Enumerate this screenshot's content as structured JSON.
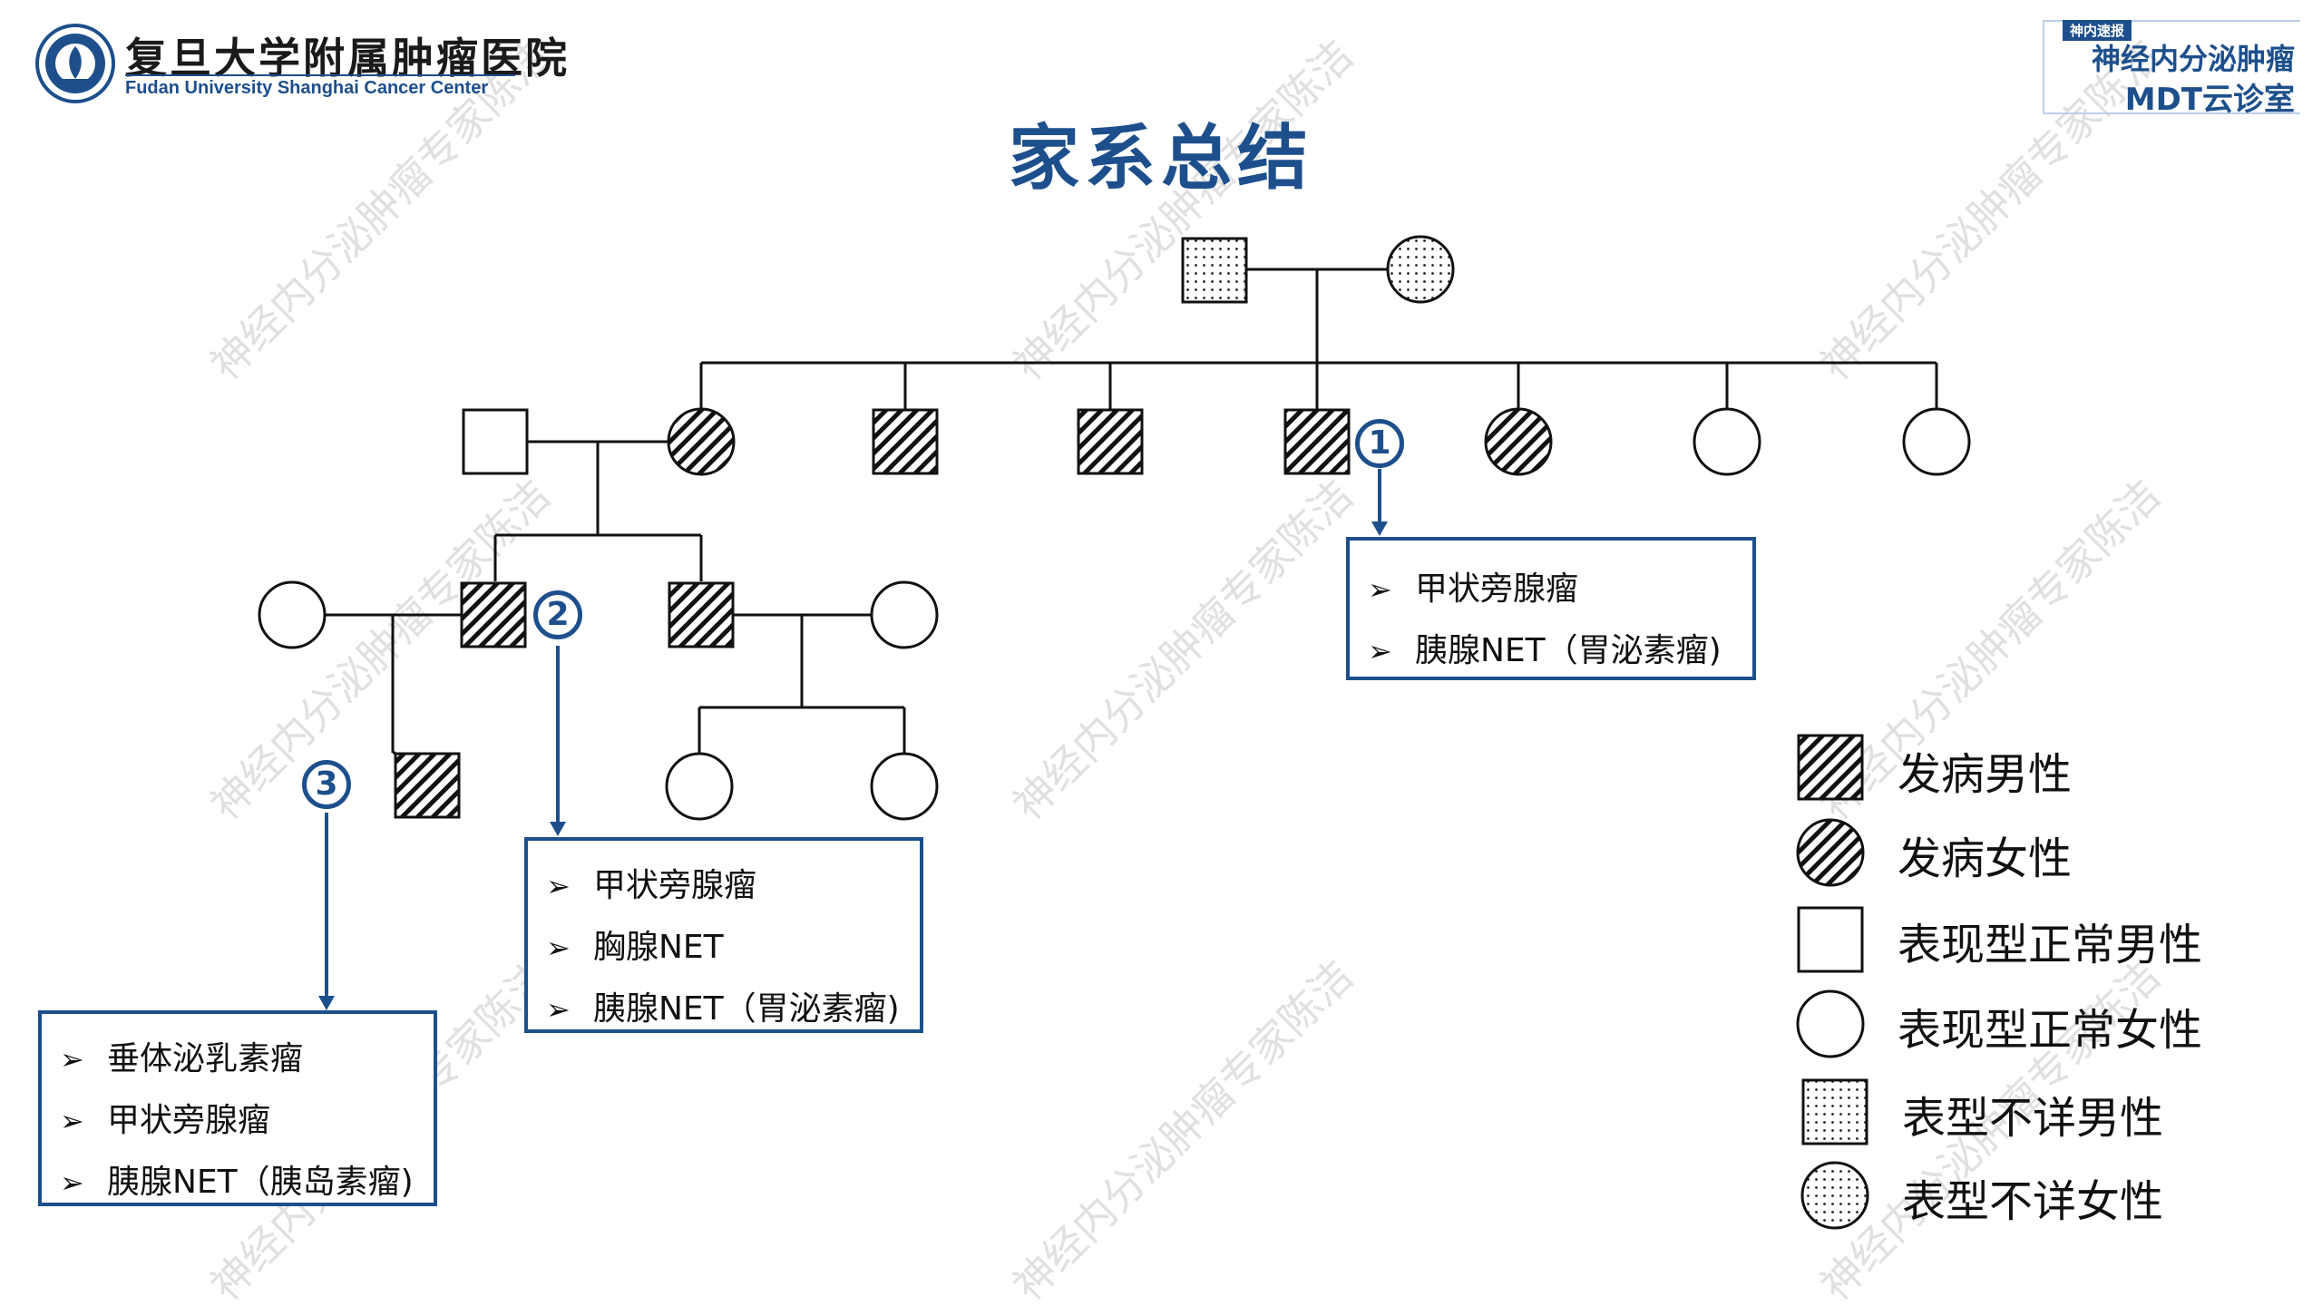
{
  "header": {
    "hospital_name_cn": "复旦大学附属肿瘤医院",
    "hospital_name_en": "Fudan University Shanghai Cancer Center",
    "mdt_badge": "神内速报",
    "mdt_line1": "神经内分泌肿瘤",
    "mdt_line2": "MDT云诊室"
  },
  "title": "家系总结",
  "callouts": [
    {
      "number": "1",
      "items": [
        "甲状旁腺瘤",
        "胰腺NET（胃泌素瘤)"
      ]
    },
    {
      "number": "2",
      "items": [
        "甲状旁腺瘤",
        "胸腺NET",
        "胰腺NET（胃泌素瘤)"
      ]
    },
    {
      "number": "3",
      "items": [
        "垂体泌乳素瘤",
        "甲状旁腺瘤",
        "胰腺NET（胰岛素瘤)"
      ]
    }
  ],
  "legend": [
    {
      "symbol": "affected-male",
      "label": "发病男性"
    },
    {
      "symbol": "affected-female",
      "label": "发病女性"
    },
    {
      "symbol": "normal-male",
      "label": "表现型正常男性"
    },
    {
      "symbol": "normal-female",
      "label": "表现型正常女性"
    },
    {
      "symbol": "unknown-male",
      "label": "表型不详男性"
    },
    {
      "symbol": "unknown-female",
      "label": "表型不详女性"
    }
  ],
  "pedigree": {
    "individuals": [
      {
        "id": "I-1",
        "sex": "male",
        "status": "unknown"
      },
      {
        "id": "I-2",
        "sex": "female",
        "status": "unknown"
      },
      {
        "id": "II-spouse",
        "sex": "male",
        "status": "normal"
      },
      {
        "id": "II-1",
        "sex": "female",
        "status": "affected"
      },
      {
        "id": "II-2",
        "sex": "male",
        "status": "affected"
      },
      {
        "id": "II-3",
        "sex": "male",
        "status": "affected"
      },
      {
        "id": "II-4",
        "sex": "male",
        "status": "affected",
        "callout": "1"
      },
      {
        "id": "II-5",
        "sex": "female",
        "status": "affected"
      },
      {
        "id": "II-6",
        "sex": "female",
        "status": "normal"
      },
      {
        "id": "II-7",
        "sex": "female",
        "status": "normal"
      },
      {
        "id": "III-spouse1",
        "sex": "female",
        "status": "normal"
      },
      {
        "id": "III-1",
        "sex": "male",
        "status": "affected",
        "callout": "2"
      },
      {
        "id": "III-2",
        "sex": "male",
        "status": "affected"
      },
      {
        "id": "III-spouse2",
        "sex": "female",
        "status": "normal"
      },
      {
        "id": "IV-1",
        "sex": "male",
        "status": "affected",
        "callout": "3"
      },
      {
        "id": "IV-2",
        "sex": "female",
        "status": "normal"
      },
      {
        "id": "IV-3",
        "sex": "female",
        "status": "normal"
      }
    ]
  },
  "watermark": "神经内分泌肿瘤专家陈洁",
  "colors": {
    "accent": "#1d4f8c",
    "line": "#111111"
  }
}
